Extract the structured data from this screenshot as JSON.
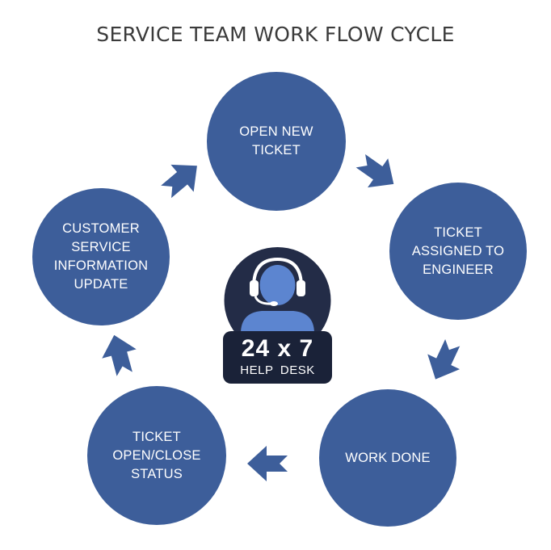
{
  "title": "SERVICE TEAM WORK FLOW CYCLE",
  "colors": {
    "node_fill": "#3d5e9a",
    "hub_dark": "#1a2238",
    "hub_circle": "#232c47",
    "title_text": "#3b3b3b"
  },
  "cycle": {
    "nodes": [
      {
        "label": "OPEN NEW\nTICKET"
      },
      {
        "label": "TICKET\nASSIGNED TO\nENGINEER"
      },
      {
        "label": "WORK DONE"
      },
      {
        "label": "TICKET\nOPEN/CLOSE\nSTATUS"
      },
      {
        "label": "CUSTOMER\nSERVICE\nINFORMATION\nUPDATE"
      }
    ]
  },
  "hub": {
    "icon": "support-agent-headset-icon",
    "main": "24 x 7",
    "sub": "HELP DESK"
  }
}
